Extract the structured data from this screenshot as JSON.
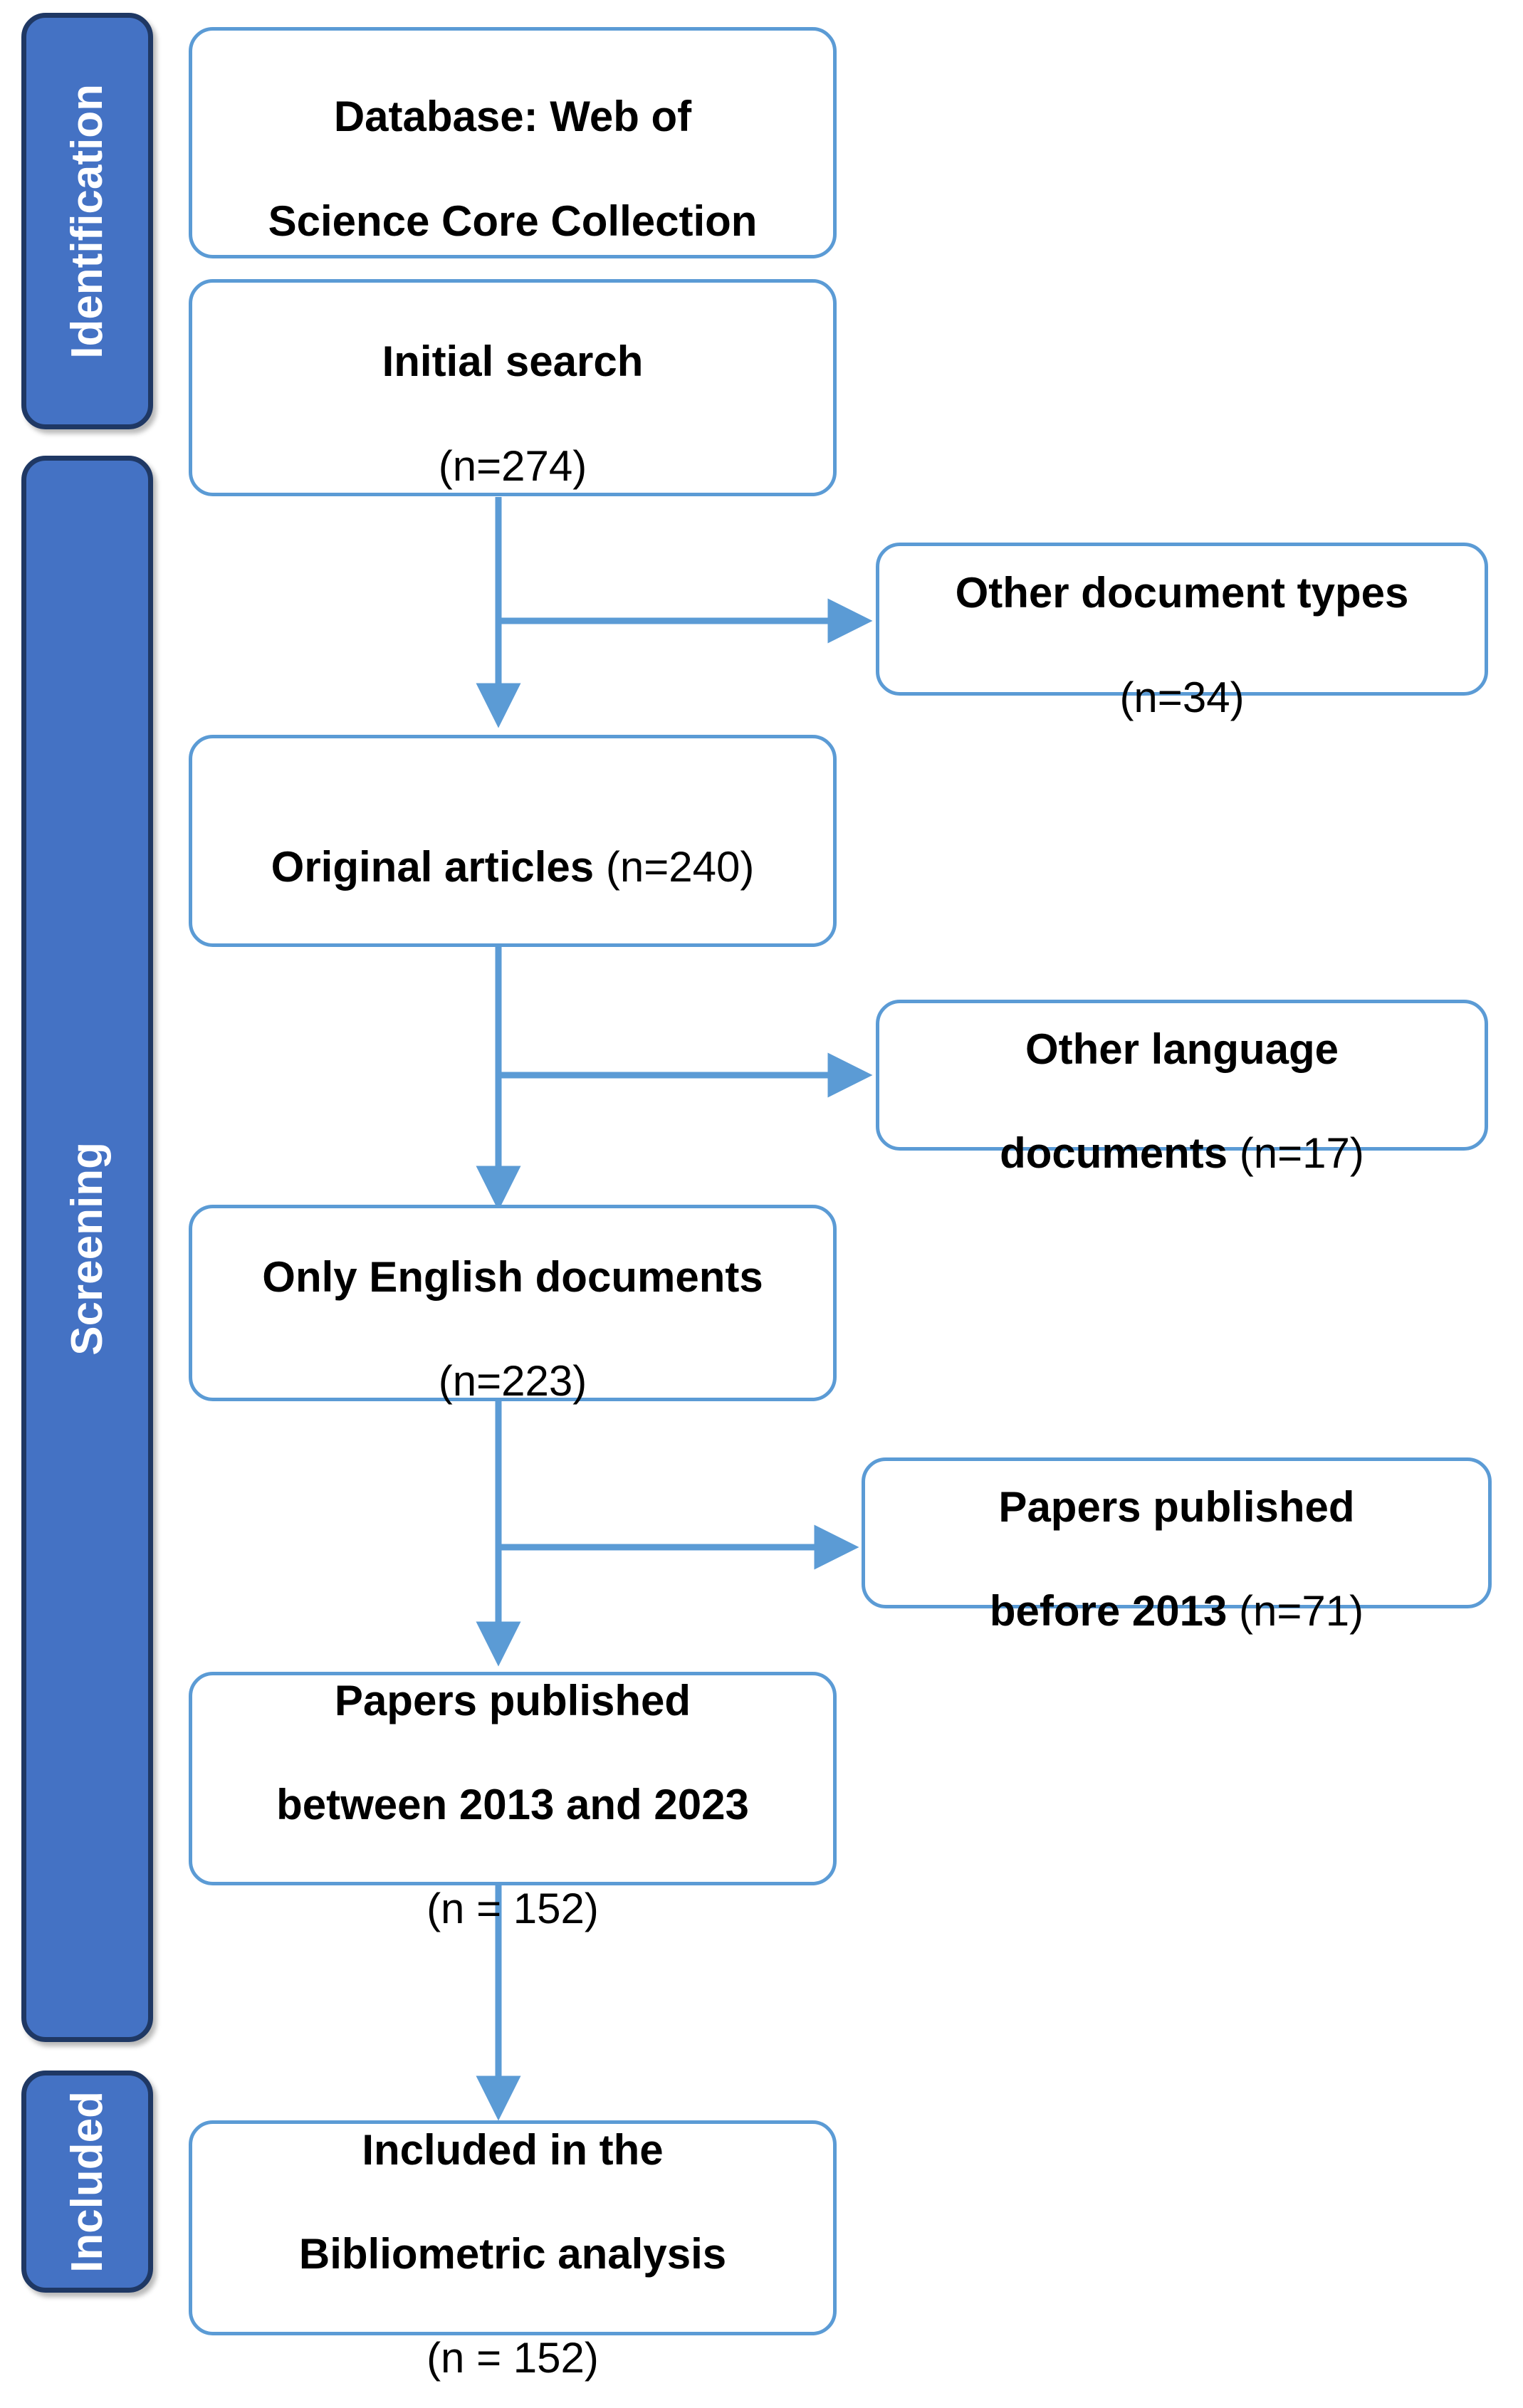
{
  "diagram": {
    "title": "PRISMA flow diagram of study selection",
    "type": "prisma-flow-diagram",
    "colors": {
      "stage_fill": "#4472C4",
      "stage_border": "#1F3864",
      "stage_text": "#FFFFFF",
      "box_border": "#5B9BD5",
      "box_fill": "#FFFFFF",
      "box_text": "#000000",
      "connector": "#5B9BD5",
      "background": "#FFFFFF"
    }
  },
  "stages": [
    {
      "id": "identification",
      "label": "Identification"
    },
    {
      "id": "screening",
      "label": "Screening"
    },
    {
      "id": "included",
      "label": "Included"
    }
  ],
  "main_boxes": [
    {
      "id": "database",
      "line1": "Database: Web of",
      "line2": "Science Core Collection",
      "count": ""
    },
    {
      "id": "initial-search",
      "line1": "Initial search",
      "count": "(n=274)"
    },
    {
      "id": "original-articles",
      "line1": "Original articles ",
      "count": "(n=240)"
    },
    {
      "id": "english-documents",
      "line1": "Only English documents",
      "count": "(n=223)"
    },
    {
      "id": "papers-2013-2023",
      "line1": "Papers published",
      "line2": "between 2013 and 2023",
      "count": "(n = 152)"
    },
    {
      "id": "included-bibliometric",
      "line1": "Included in the",
      "line2": "Bibliometric analysis",
      "count": "(n = 152)"
    }
  ],
  "exclusion_boxes": [
    {
      "id": "other-document-types",
      "line1": "Other document types",
      "count": "(n=34)"
    },
    {
      "id": "other-language-documents",
      "line1": "Other language",
      "line2": "documents ",
      "count": "(n=17)"
    },
    {
      "id": "papers-before-2013",
      "line1": "Papers published",
      "line2": "before 2013 ",
      "count": "(n=71)"
    }
  ],
  "chart_data": {
    "type": "diagram",
    "title": "PRISMA study selection flow",
    "nodes": [
      {
        "stage": "Identification",
        "label": "Database: Web of Science Core Collection",
        "n": null
      },
      {
        "stage": "Identification",
        "label": "Initial search",
        "n": 274
      },
      {
        "stage": "Screening",
        "label": "Other document types (excluded)",
        "n": 34
      },
      {
        "stage": "Screening",
        "label": "Original articles",
        "n": 240
      },
      {
        "stage": "Screening",
        "label": "Other language documents (excluded)",
        "n": 17
      },
      {
        "stage": "Screening",
        "label": "Only English documents",
        "n": 223
      },
      {
        "stage": "Screening",
        "label": "Papers published before 2013 (excluded)",
        "n": 71
      },
      {
        "stage": "Screening",
        "label": "Papers published between 2013 and 2023",
        "n": 152
      },
      {
        "stage": "Included",
        "label": "Included in the Bibliometric analysis",
        "n": 152
      }
    ]
  }
}
